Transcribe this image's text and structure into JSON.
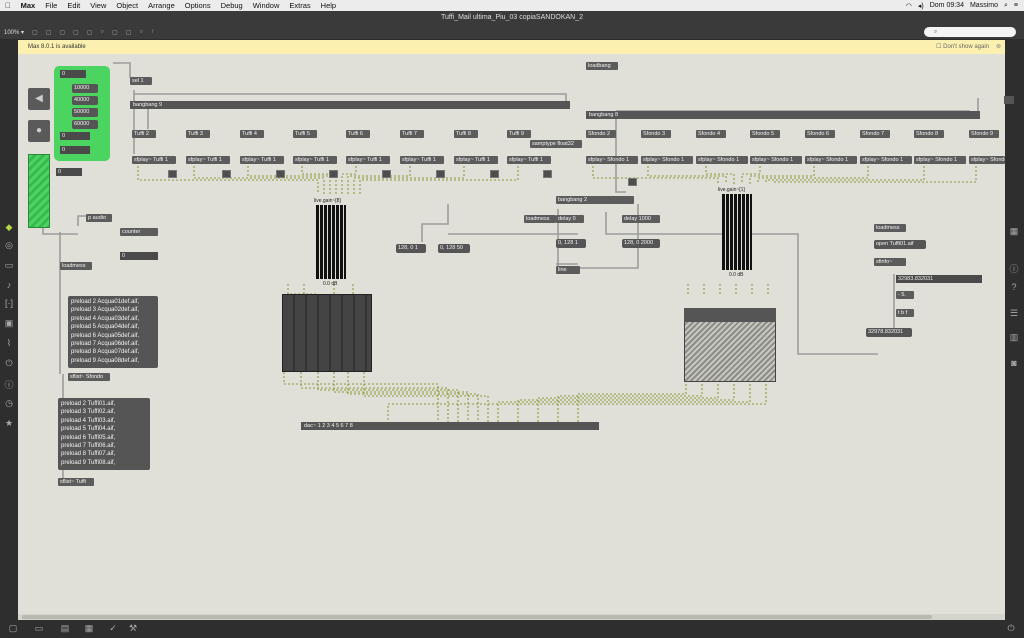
{
  "menubar": {
    "app": "Max",
    "items": [
      "File",
      "Edit",
      "View",
      "Object",
      "Arrange",
      "Options",
      "Debug",
      "Window",
      "Extras",
      "Help"
    ],
    "clock": "Dom 09:34",
    "user": "Massimo"
  },
  "window": {
    "title": "Tuffi_Mail ultima_Piu_03 copiaSANDOKAN_2",
    "zoom": "100% ▾"
  },
  "banner": {
    "message": "Max 8.0.1 is available",
    "dont_show": "Don't show again"
  },
  "patch": {
    "numbers": {
      "n0": "0",
      "n1": "10000",
      "n2": "40000",
      "n3": "50000",
      "n4": "60000",
      "n5": "0",
      "n6": "0",
      "n7": "0",
      "n8": "0"
    },
    "objects": {
      "sel": "sel 1",
      "bangbang9": "bangbang 9",
      "bangbang8": "bangbang 8",
      "loadbang": "loadbang",
      "paudio": "p audio",
      "counter": "counter",
      "loadmess1": "loadmess",
      "sflistSfondo": "sflist~ Sfondo",
      "sflistTuffi": "sflist~ Tuffi",
      "samptype": "samptype float32",
      "bangbang2": "bangbang 2",
      "loadmess2": "loadmess",
      "delay0": "delay 0",
      "delay1000": "delay 1000",
      "line": "line",
      "loadmess3": "loadmess",
      "sfinfo": "sfinfo~",
      "minus": "- 5.",
      "tbf": "t b f",
      "dac": "dac~ 1 2 3 4 5 6 7 8"
    },
    "messages": {
      "m1281": "0, 128 1",
      "m1282": "128, 0 2000",
      "m128_01": "128, 0 1",
      "m128_50": "0, 128 50",
      "open": "open Tuffi01.aif",
      "val1": "32983.832031",
      "val2": "32978.832031"
    },
    "tuffi": [
      "Tuffi 2",
      "Tuffi 3",
      "Tuffi 4",
      "Tuffi 5",
      "Tuffi 6",
      "Tuffi 7",
      "Tuffi 8",
      "Tuffi 9"
    ],
    "sfplay_tuffi": "sfplay~ Tuffi 1",
    "sfondo": [
      "Sfondo 2",
      "Sfondo 3",
      "Sfondo 4",
      "Sfondo 5",
      "Sfondo 6",
      "Sfondo 7",
      "Sfondo 8",
      "Sfondo 9"
    ],
    "sfplay_sfondo": "sfplay~ Sfondo 1",
    "gain1": {
      "label": "live.gain~[8]",
      "value": "0.0 dB"
    },
    "gain2": {
      "label": "live.gain~[1]",
      "value": "0.0 dB"
    },
    "preload_sfondo": [
      "preload 2 Acqua01def.aif,",
      "preload 3 Acqua02def.aif,",
      "preload 4 Acqua03def.aif,",
      "preload 5 Acqua04def.aif,",
      "preload 6 Acqua05def.aif,",
      "preload 7 Acqua06def.aif,",
      "preload 8 Acqua07def.aif,",
      "preload 9 Acqua08def.aif,"
    ],
    "preload_tuffi": [
      "preload 2 Tuffi01.aif,",
      "preload 3 Tuffi02.aif,",
      "preload 4 Tuffi03.aif,",
      "preload 5 Tuffi04.aif,",
      "preload 6 Tuffi05.aif,",
      "preload 7 Tuffi06.aif,",
      "preload 8 Tuffi07.aif,",
      "preload 9 Tuffi08.aif,"
    ]
  },
  "colors": {
    "canvas": "#e0e0d8",
    "object": "#5c5c5c",
    "green": "#4cd460",
    "wire": "#8a9a3a"
  }
}
